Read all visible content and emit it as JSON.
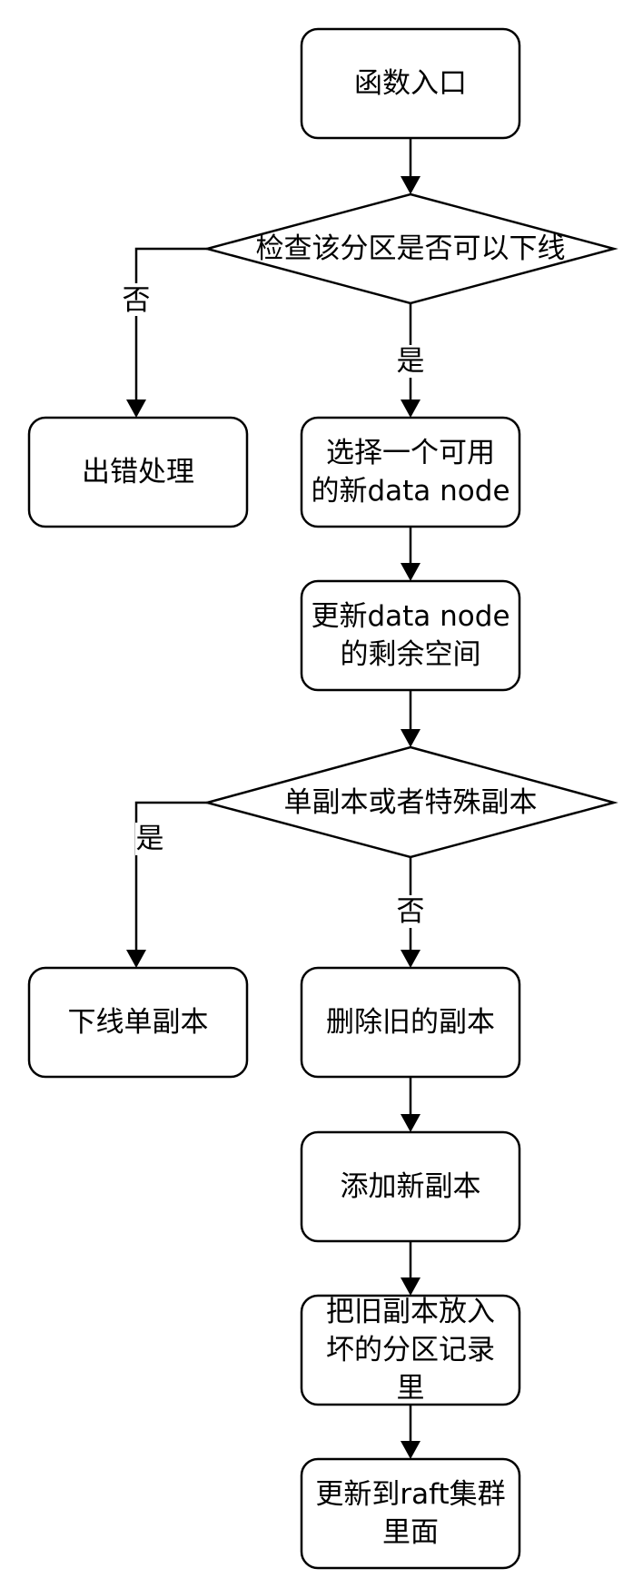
{
  "nodes": {
    "entry": {
      "lines": [
        "函数入口"
      ]
    },
    "check_offline": {
      "lines": [
        "检查该分区是否可以下线"
      ]
    },
    "error_handling": {
      "lines": [
        "出错处理"
      ]
    },
    "select_node": {
      "lines": [
        "选择一个可用",
        "的新data node"
      ]
    },
    "update_space": {
      "lines": [
        "更新data node",
        "的剩余空间"
      ]
    },
    "check_replica": {
      "lines": [
        "单副本或者特殊副本"
      ]
    },
    "offline_single": {
      "lines": [
        "下线单副本"
      ]
    },
    "delete_old": {
      "lines": [
        "删除旧的副本"
      ]
    },
    "add_new": {
      "lines": [
        "添加新副本"
      ]
    },
    "record_bad": {
      "lines": [
        "把旧副本放入",
        "坏的分区记录",
        "里"
      ]
    },
    "update_raft": {
      "lines": [
        "更新到raft集群",
        "里面"
      ]
    }
  },
  "edge_labels": {
    "check_no": "否",
    "check_yes": "是",
    "replica_yes": "是",
    "replica_no": "否"
  }
}
